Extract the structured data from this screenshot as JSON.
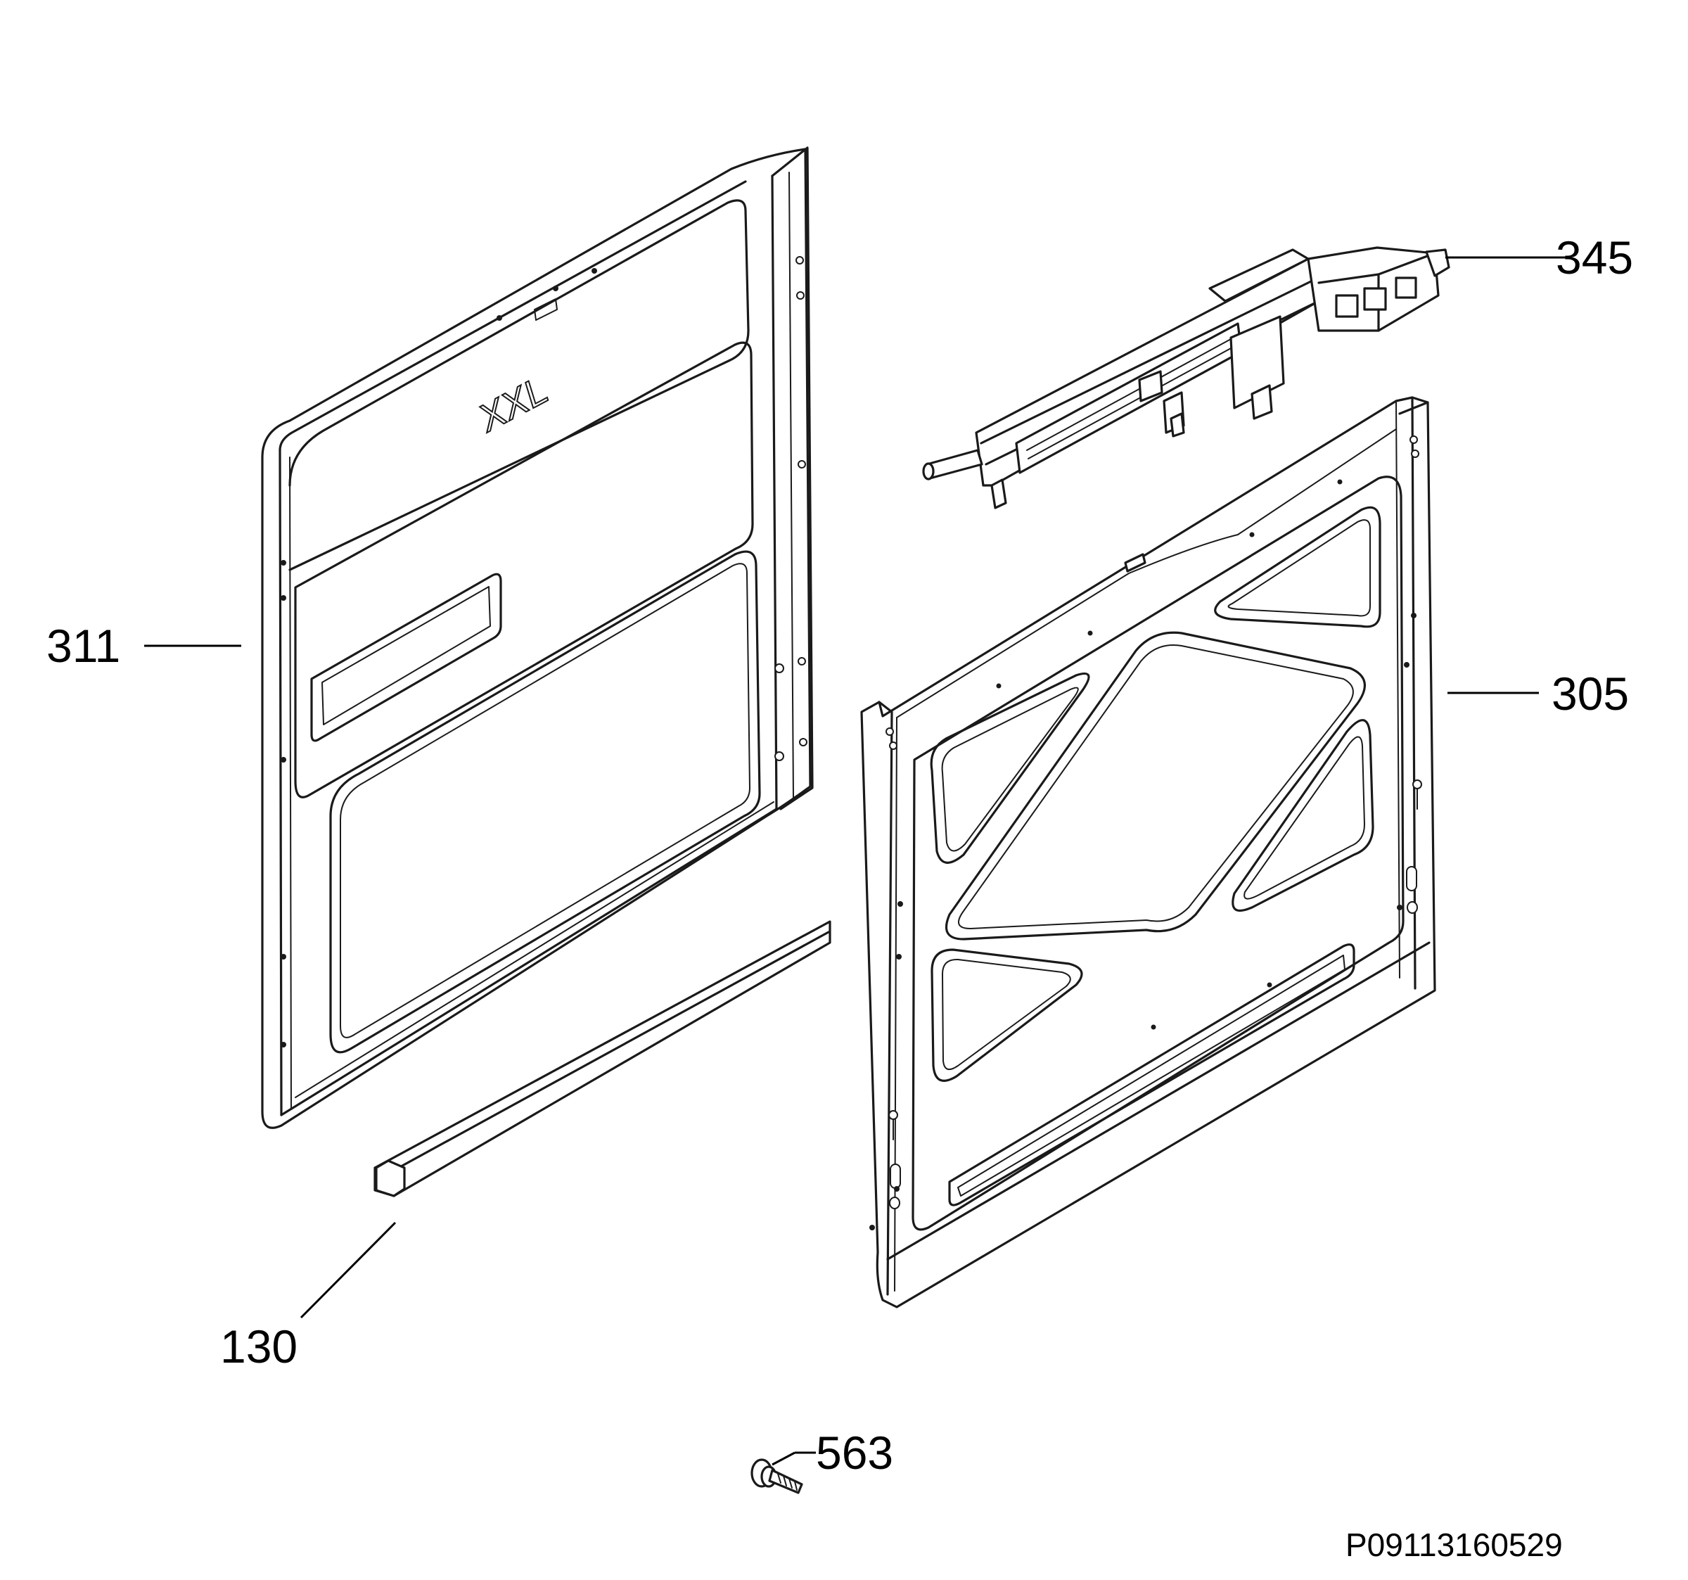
{
  "callouts": {
    "inner_door": "311",
    "hinge_arm": "345",
    "outer_panel": "305",
    "bottom_strip": "130",
    "screw": "563"
  },
  "door_logo": "XXL",
  "document_code": "P09113160529"
}
